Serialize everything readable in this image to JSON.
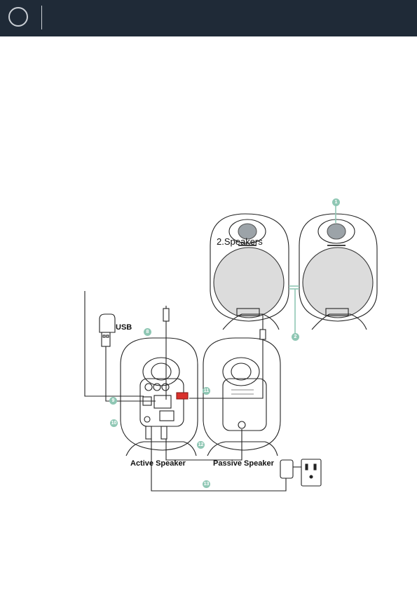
{
  "header": {
    "logo_icon": "circle-logo-icon"
  },
  "section": {
    "title": "2.Speakers"
  },
  "labels": {
    "usb": "USB",
    "active": "Active Speaker",
    "passive": "Passive Speaker"
  },
  "callouts": [
    "1",
    "2",
    "8",
    "9",
    "10",
    "11",
    "12",
    "13"
  ],
  "colors": {
    "header_bg": "#1f2a37",
    "callout": "#8fc7b4",
    "rca_red": "#d9302c"
  }
}
